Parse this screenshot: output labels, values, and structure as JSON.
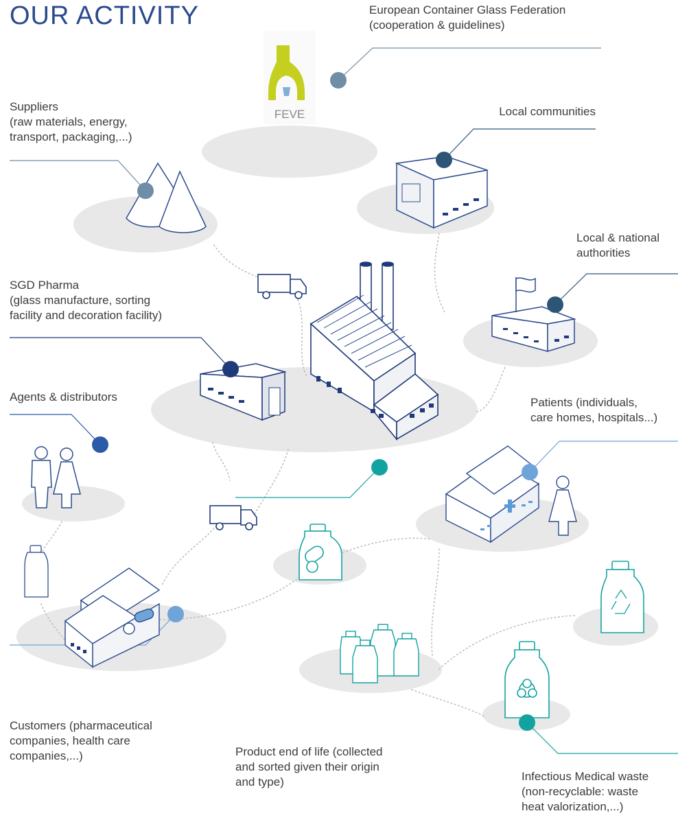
{
  "title": "OUR ACTIVITY",
  "logo": {
    "text": "FEVE"
  },
  "labels": {
    "feve": [
      "European Container Glass Federation",
      "(cooperation & guidelines)"
    ],
    "suppliers": [
      "Suppliers",
      "(raw materials, energy,",
      "transport, packaging,...)"
    ],
    "local_communities": [
      "Local communities"
    ],
    "authorities": [
      "Local & national",
      "authorities"
    ],
    "sgd": [
      "SGD Pharma",
      "(glass manufacture, sorting",
      "facility and decoration facility)"
    ],
    "agents": [
      "Agents & distributors"
    ],
    "patients": [
      "Patients (individuals,",
      "care homes, hospitals...)"
    ],
    "customers": [
      "Customers (pharmaceutical",
      "companies, health care",
      "companies,...)"
    ],
    "end_of_life": [
      "Product end of life (collected",
      "and sorted given their origin",
      "and type)"
    ],
    "infectious": [
      "Infectious Medical waste",
      "(non-recyclable: waste",
      "heat valorization,...)"
    ]
  },
  "colors": {
    "navy": "#1f3a7a",
    "mid_blue": "#2a5aa8",
    "slate": "#6f8da6",
    "steel": "#2d5576",
    "light_blue": "#6fa4d8",
    "teal": "#12a3a0",
    "ground": "#e8e8e8",
    "dots": "#bdbdbd",
    "logo_green": "#c4cf1f"
  },
  "icons": [
    "flask-logo-icon",
    "mountains-icon",
    "truck-icon",
    "factory-icon",
    "warehouse-icon",
    "flag-building-icon",
    "community-building-icon",
    "people-icon",
    "bottle-icon",
    "hospital-icon",
    "woman-icon",
    "pill-jar-icon",
    "recycle-jar-icon",
    "biohazard-jar-icon",
    "jars-cluster-icon"
  ]
}
